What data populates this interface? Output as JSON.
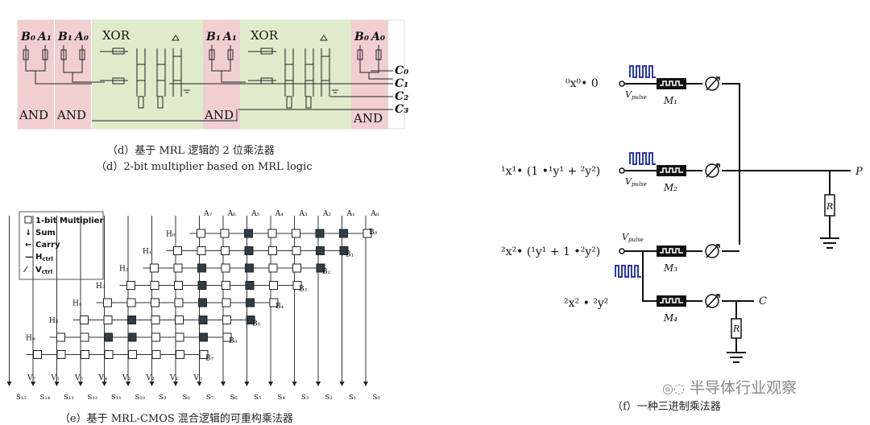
{
  "panel_d": {
    "caption_cn": "（d）基于 MRL 逻辑的 2 位乘法器",
    "caption_en": "（d）2-bit multiplier based on MRL logic",
    "and_label": "AND",
    "xor_label": "XOR",
    "inputs": [
      {
        "b": "B₀",
        "a": "A₁"
      },
      {
        "b": "B₁",
        "a": "A₀"
      },
      {
        "b": "B₁",
        "a": "A₁"
      },
      {
        "b": "B₀",
        "a": "A₀"
      }
    ],
    "outputs": [
      "C₀",
      "C₁",
      "C₂",
      "C₃"
    ],
    "colors": {
      "and_fill": "#f1cfd1",
      "xor_fill": "#dfeccb"
    }
  },
  "panel_e": {
    "caption": "（e）基于 MRL-CMOS 混合逻辑的可重构乘法器",
    "legend": [
      "1-bit Multiplier",
      "Sum",
      "Carry",
      "H",
      "V"
    ],
    "legend_sub": "ctrl",
    "top_labels": [
      "A₇",
      "A₆",
      "A₅",
      "A₄",
      "A₃",
      "A₂",
      "A₁",
      "A₀"
    ],
    "h_labels": [
      "H₀",
      "H₁",
      "H₂",
      "H₃",
      "H₄",
      "H₅",
      "H₆"
    ],
    "b_labels": [
      "B₀",
      "B₁",
      "B₂",
      "B₃",
      "B₄",
      "B₅",
      "B₆",
      "B₇"
    ],
    "v_labels": [
      "V₇",
      "V₆",
      "V₅",
      "V₄",
      "V₃",
      "V₂",
      "V₁",
      "V₀"
    ],
    "s_labels": [
      "S₁₅",
      "S₁₄",
      "S₁₃",
      "S₁₂",
      "S₁₁",
      "S₁₀",
      "S₉",
      "S₈",
      "S₇",
      "S₆",
      "S₅",
      "S₄",
      "S₃",
      "S₂",
      "S₁",
      "S₀"
    ]
  },
  "panel_f": {
    "caption": "（f）一种三进制乘法器",
    "rows": [
      {
        "expr": "⁰x⁰• 0",
        "v": "V",
        "m": "M₁"
      },
      {
        "expr": "¹x¹• (1 •¹y¹ + ²y²)",
        "v": "V",
        "m": "M₂"
      },
      {
        "expr": "²x²• (¹y¹ + 1 •²y²)",
        "v": "V",
        "m": "M₃"
      },
      {
        "expr": "²x² • ²y²",
        "m": "M₄"
      }
    ],
    "v_sub": "pulse",
    "output_p": "P",
    "output_c": "C",
    "resistor": "R",
    "pulse_color": "#2b3aa8"
  },
  "watermark": "半导体行业观察"
}
